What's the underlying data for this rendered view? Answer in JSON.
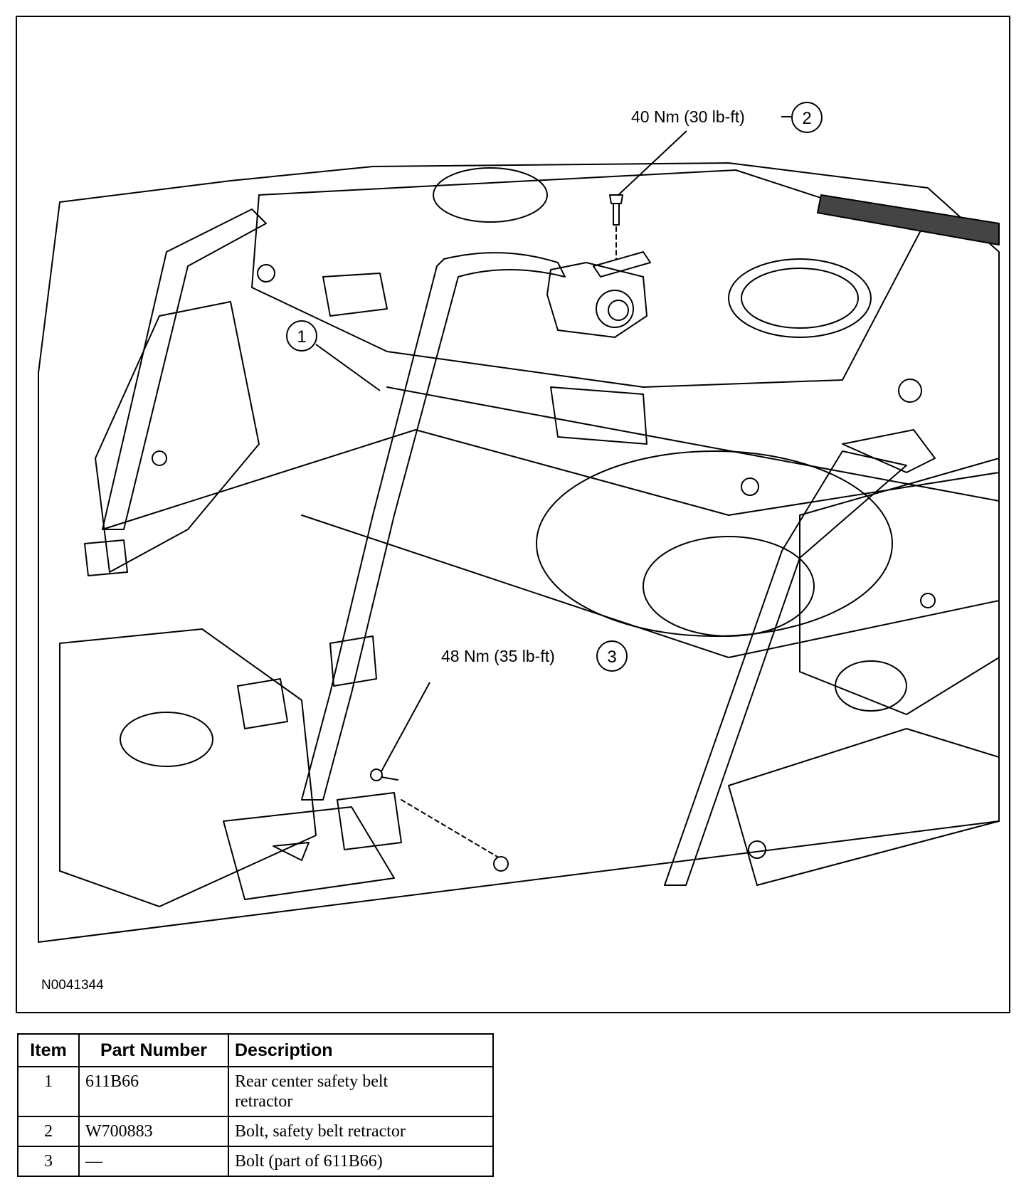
{
  "figure": {
    "callouts": [
      {
        "number": "1",
        "label": ""
      },
      {
        "number": "2",
        "label": "40 Nm (30 lb-ft)"
      },
      {
        "number": "3",
        "label": "48 Nm (35 lb-ft)"
      }
    ],
    "figure_id": "N0041344"
  },
  "table": {
    "headers": {
      "item": "Item",
      "part_number": "Part Number",
      "description": "Description"
    },
    "rows": [
      {
        "item": "1",
        "part_number": "611B66",
        "description_line1": "Rear center safety belt",
        "description_line2": "retractor"
      },
      {
        "item": "2",
        "part_number": "W700883",
        "description_line1": "Bolt, safety belt retractor",
        "description_line2": ""
      },
      {
        "item": "3",
        "part_number": "—",
        "description_line1": "Bolt (part of 611B66)",
        "description_line2": ""
      }
    ]
  }
}
